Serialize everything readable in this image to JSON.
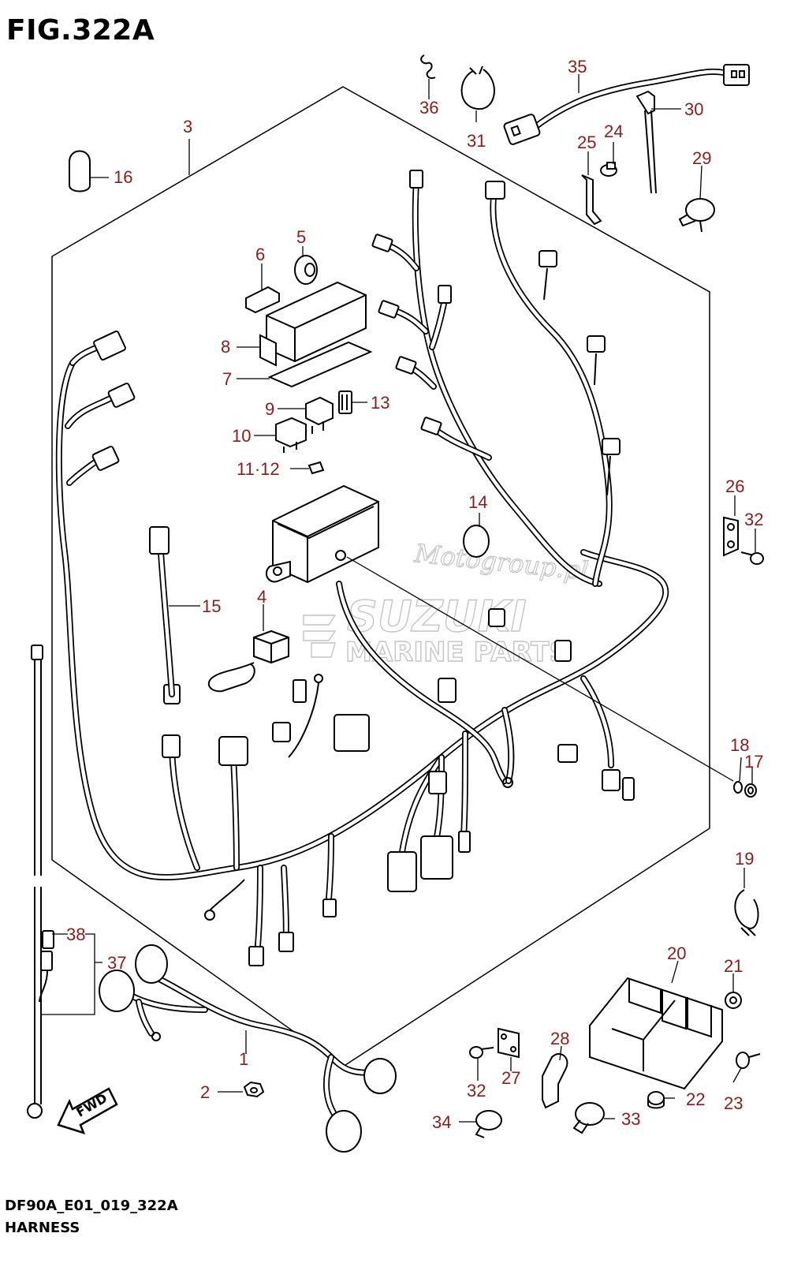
{
  "figure": {
    "title": "FIG.322A",
    "code": "DF90A_E01_019_322A",
    "caption": "HARNESS"
  },
  "watermark": {
    "brand": "SUZUKI",
    "subtitle": "MARINE PARTS",
    "site": "Motogroup.pl"
  },
  "direction_badge": "FWD",
  "colors": {
    "callout": "#8b1c1c",
    "line": "#000000",
    "watermark": "#c4c4c4"
  },
  "callouts": [
    {
      "id": "c1",
      "label": "1"
    },
    {
      "id": "c2",
      "label": "2"
    },
    {
      "id": "c3",
      "label": "3"
    },
    {
      "id": "c4",
      "label": "4"
    },
    {
      "id": "c5",
      "label": "5"
    },
    {
      "id": "c6",
      "label": "6"
    },
    {
      "id": "c7",
      "label": "7"
    },
    {
      "id": "c8",
      "label": "8"
    },
    {
      "id": "c9",
      "label": "9"
    },
    {
      "id": "c10",
      "label": "10"
    },
    {
      "id": "c11",
      "label": "11·12"
    },
    {
      "id": "c13",
      "label": "13"
    },
    {
      "id": "c14",
      "label": "14"
    },
    {
      "id": "c15",
      "label": "15"
    },
    {
      "id": "c16",
      "label": "16"
    },
    {
      "id": "c17",
      "label": "17"
    },
    {
      "id": "c18",
      "label": "18"
    },
    {
      "id": "c19",
      "label": "19"
    },
    {
      "id": "c20",
      "label": "20"
    },
    {
      "id": "c21",
      "label": "21"
    },
    {
      "id": "c22",
      "label": "22"
    },
    {
      "id": "c23",
      "label": "23"
    },
    {
      "id": "c24",
      "label": "24"
    },
    {
      "id": "c25",
      "label": "25"
    },
    {
      "id": "c26",
      "label": "26"
    },
    {
      "id": "c27",
      "label": "27"
    },
    {
      "id": "c28",
      "label": "28"
    },
    {
      "id": "c29",
      "label": "29"
    },
    {
      "id": "c30",
      "label": "30"
    },
    {
      "id": "c31",
      "label": "31"
    },
    {
      "id": "c32a",
      "label": "32"
    },
    {
      "id": "c32b",
      "label": "32"
    },
    {
      "id": "c33",
      "label": "33"
    },
    {
      "id": "c34",
      "label": "34"
    },
    {
      "id": "c35",
      "label": "35"
    },
    {
      "id": "c36",
      "label": "36"
    },
    {
      "id": "c37",
      "label": "37"
    },
    {
      "id": "c38",
      "label": "38"
    }
  ]
}
